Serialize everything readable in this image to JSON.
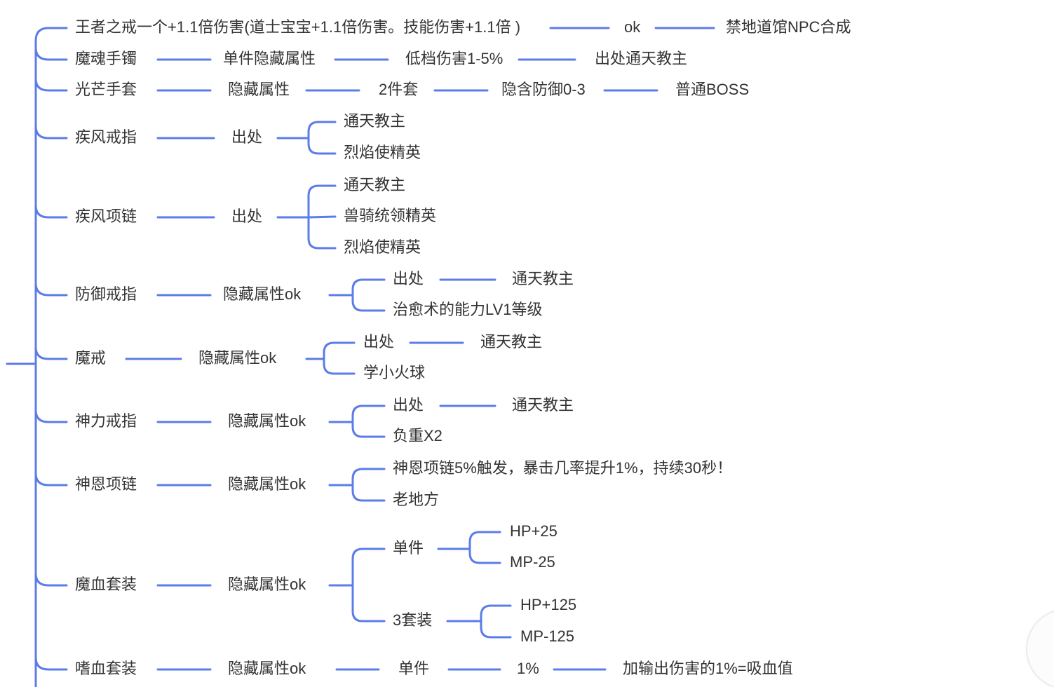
{
  "colors": {
    "line_blue": "#5b7ce9",
    "text_dark": "#333333",
    "canvas_bg": "#ffffff"
  },
  "mindmap": {
    "branches": [
      {
        "label": "王者之戒一个+1.1倍伤害(道士宝宝+1.1倍伤害。技能伤害+1.1倍 )",
        "children": [
          {
            "label": "ok",
            "children": [
              {
                "label": "禁地道馆NPC合成"
              }
            ]
          }
        ]
      },
      {
        "label": "魔魂手镯",
        "children": [
          {
            "label": "单件隐藏属性",
            "children": [
              {
                "label": "低档伤害1-5%",
                "children": [
                  {
                    "label": "出处通天教主"
                  }
                ]
              }
            ]
          }
        ]
      },
      {
        "label": "光芒手套",
        "children": [
          {
            "label": "隐藏属性",
            "children": [
              {
                "label": "2件套",
                "children": [
                  {
                    "label": "隐含防御0-3",
                    "children": [
                      {
                        "label": "普通BOSS"
                      }
                    ]
                  }
                ]
              }
            ]
          }
        ]
      },
      {
        "label": "疾风戒指",
        "children": [
          {
            "label": "出处",
            "children": [
              {
                "label": "通天教主"
              },
              {
                "label": "烈焰使精英"
              }
            ]
          }
        ]
      },
      {
        "label": "疾风项链",
        "children": [
          {
            "label": "出处",
            "children": [
              {
                "label": "通天教主"
              },
              {
                "label": "兽骑统领精英"
              },
              {
                "label": "烈焰使精英"
              }
            ]
          }
        ]
      },
      {
        "label": "防御戒指",
        "children": [
          {
            "label": "隐藏属性ok",
            "children": [
              {
                "label": "出处",
                "children": [
                  {
                    "label": "通天教主"
                  }
                ]
              },
              {
                "label": "治愈术的能力LV1等级"
              }
            ]
          }
        ]
      },
      {
        "label": "魔戒",
        "children": [
          {
            "label": "隐藏属性ok",
            "children": [
              {
                "label": "出处",
                "children": [
                  {
                    "label": "通天教主"
                  }
                ]
              },
              {
                "label": "学小火球"
              }
            ]
          }
        ]
      },
      {
        "label": "神力戒指",
        "children": [
          {
            "label": "隐藏属性ok",
            "children": [
              {
                "label": "出处",
                "children": [
                  {
                    "label": "通天教主"
                  }
                ]
              },
              {
                "label": "负重X2"
              }
            ]
          }
        ]
      },
      {
        "label": "神恩项链",
        "children": [
          {
            "label": "隐藏属性ok",
            "children": [
              {
                "label": "神恩项链5%触发，暴击几率提升1%，持续30秒！"
              },
              {
                "label": "老地方"
              }
            ]
          }
        ]
      },
      {
        "label": "魔血套装",
        "children": [
          {
            "label": "隐藏属性ok",
            "children": [
              {
                "label": "单件",
                "children": [
                  {
                    "label": "HP+25"
                  },
                  {
                    "label": "MP-25"
                  }
                ]
              },
              {
                "label": "3套装",
                "children": [
                  {
                    "label": "HP+125"
                  },
                  {
                    "label": "MP-125"
                  }
                ]
              }
            ]
          }
        ]
      },
      {
        "label": "嗜血套装",
        "children": [
          {
            "label": "隐藏属性ok",
            "children": [
              {
                "label": "单件",
                "children": [
                  {
                    "label": "1%",
                    "children": [
                      {
                        "label": "加输出伤害的1%=吸血值"
                      }
                    ]
                  }
                ]
              }
            ]
          }
        ]
      }
    ]
  }
}
